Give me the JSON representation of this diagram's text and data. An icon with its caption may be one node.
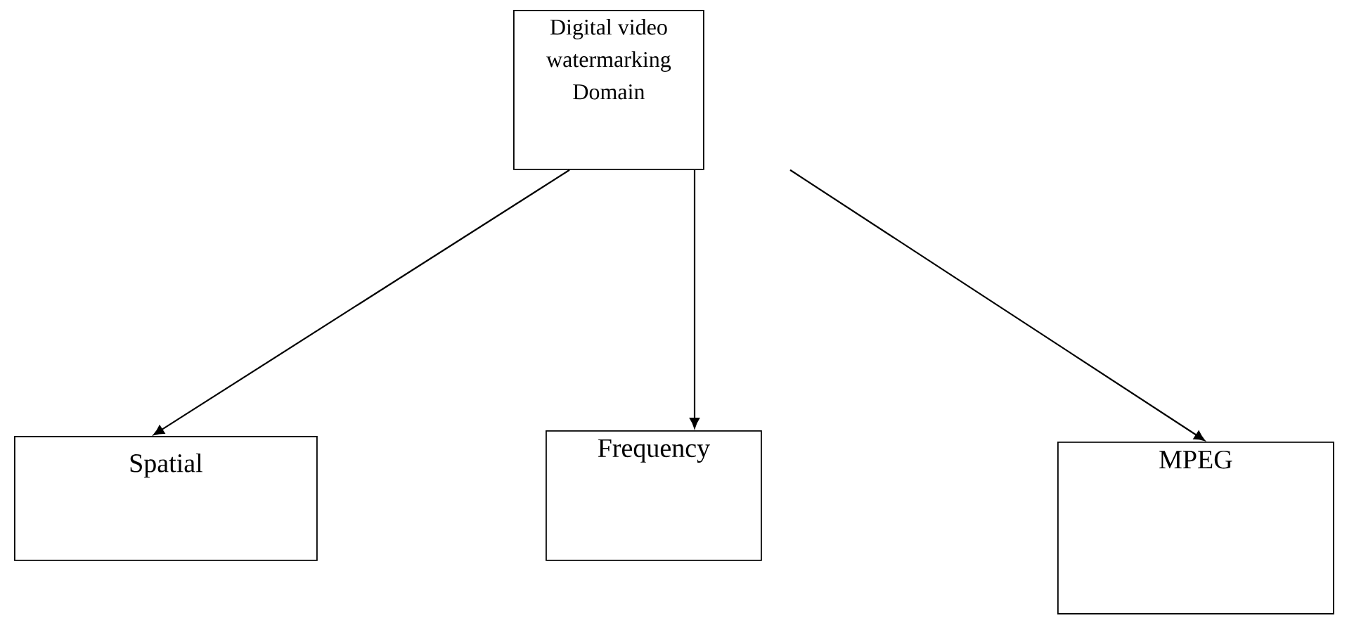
{
  "diagram": {
    "nodes": [
      {
        "text": [
          "Digital video watermarking Domain"
        ]
      },
      {
        "text": [
          "Spatial"
        ]
      },
      {
        "text": [
          "Frequency"
        ]
      },
      {
        "text": [
          "MPEG"
        ]
      }
    ],
    "edges": [
      {
        "from": 0,
        "to": 1,
        "arrow": "to"
      },
      {
        "from": 0,
        "to": 2,
        "arrow": "to"
      },
      {
        "from": 0,
        "to": 3,
        "arrow": "to"
      }
    ]
  }
}
